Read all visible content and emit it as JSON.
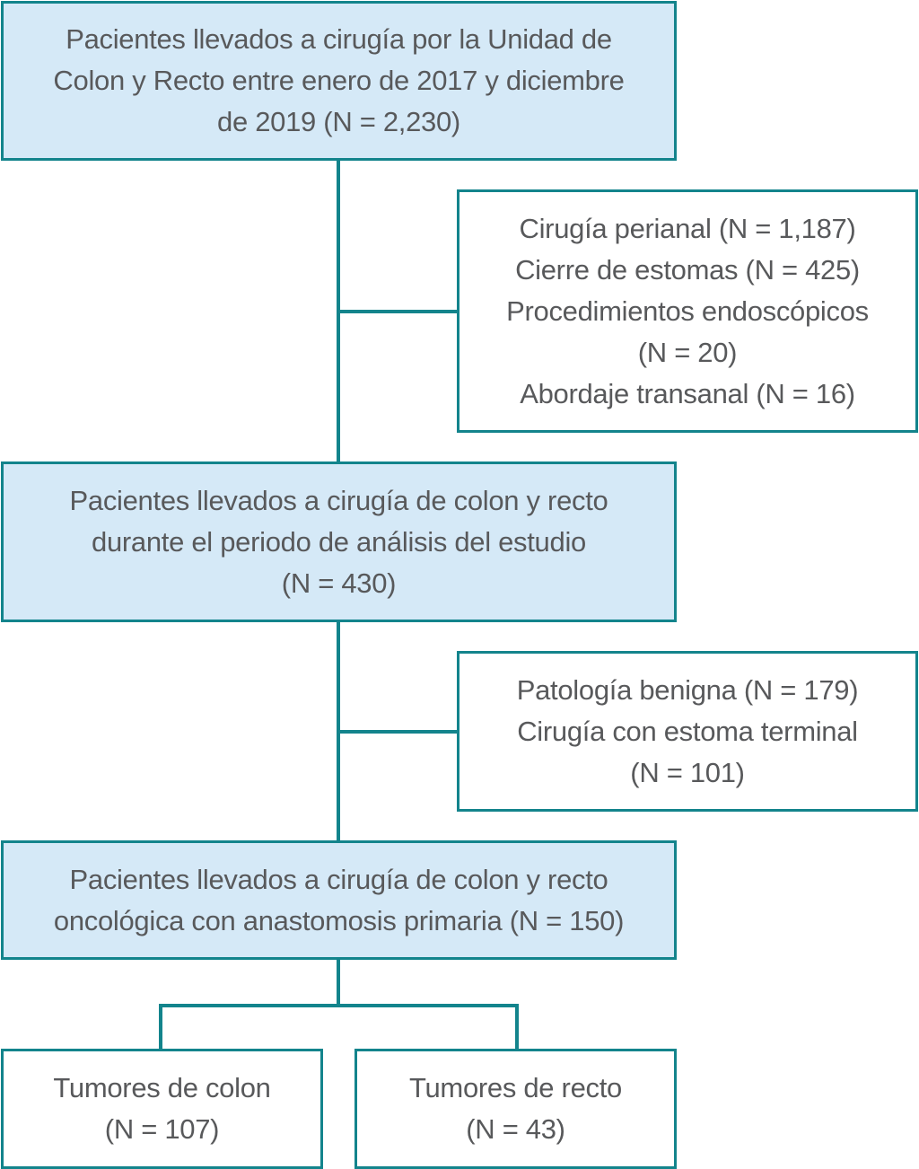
{
  "colors": {
    "border": "#13848c",
    "fill": "#d5e9f7",
    "text": "#58595b"
  },
  "boxes": {
    "start": [
      "Pacientes llevados a cirugía por la Unidad de",
      "Colon y Recto entre enero de 2017 y diciembre",
      "de 2019 (N = 2,230)"
    ],
    "excluded1": [
      "Cirugía perianal (N = 1,187)",
      "Cierre de estomas (N = 425)",
      "Procedimientos endoscópicos",
      "(N = 20)",
      "Abordaje transanal (N = 16)"
    ],
    "analysis": [
      "Pacientes llevados a cirugía de colon y recto",
      "durante el periodo de análisis del estudio",
      "(N = 430)"
    ],
    "excluded2": [
      "Patología benigna (N = 179)",
      "Cirugía con estoma terminal",
      "(N = 101)"
    ],
    "oncologic": [
      "Pacientes llevados a cirugía de colon y recto",
      "oncológica con anastomosis primaria (N = 150)"
    ],
    "colon": [
      "Tumores de colon",
      "(N = 107)"
    ],
    "rectum": [
      "Tumores de recto",
      "(N = 43)"
    ]
  }
}
